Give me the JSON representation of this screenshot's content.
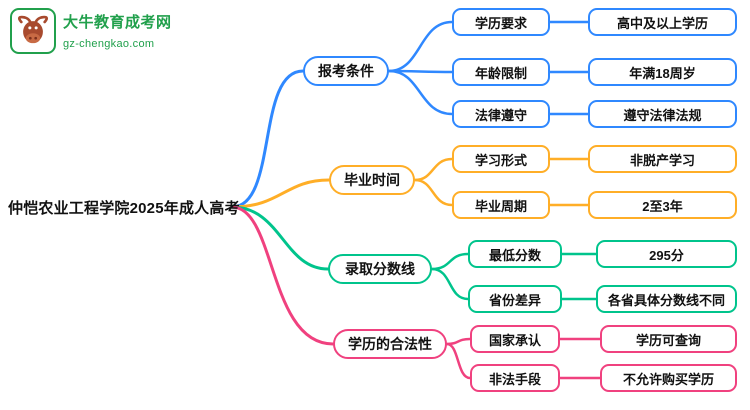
{
  "logo": {
    "title": "大牛教育成考网",
    "subtitle": "gz-chengkao.com",
    "icon": "bull-icon",
    "brand_green": "#21a04c",
    "bull_color": "#a84a2e"
  },
  "root": {
    "label": "仲恺农业工程学院2025年成人高考"
  },
  "branches": [
    {
      "label": "报考条件",
      "color": "#2f88ff",
      "items": [
        {
          "label": "学历要求",
          "value": "高中及以上学历"
        },
        {
          "label": "年龄限制",
          "value": "年满18周岁"
        },
        {
          "label": "法律遵守",
          "value": "遵守法律法规"
        }
      ]
    },
    {
      "label": "毕业时间",
      "color": "#ffae27",
      "items": [
        {
          "label": "学习形式",
          "value": "非脱产学习"
        },
        {
          "label": "毕业周期",
          "value": "2至3年"
        }
      ]
    },
    {
      "label": "录取分数线",
      "color": "#00c48c",
      "items": [
        {
          "label": "最低分数",
          "value": "295分"
        },
        {
          "label": "省份差异",
          "value": "各省具体分数线不同"
        }
      ]
    },
    {
      "label": "学历的合法性",
      "color": "#f0417f",
      "items": [
        {
          "label": "国家承认",
          "value": "学历可查询"
        },
        {
          "label": "非法手段",
          "value": "不允许购买学历"
        }
      ]
    }
  ]
}
